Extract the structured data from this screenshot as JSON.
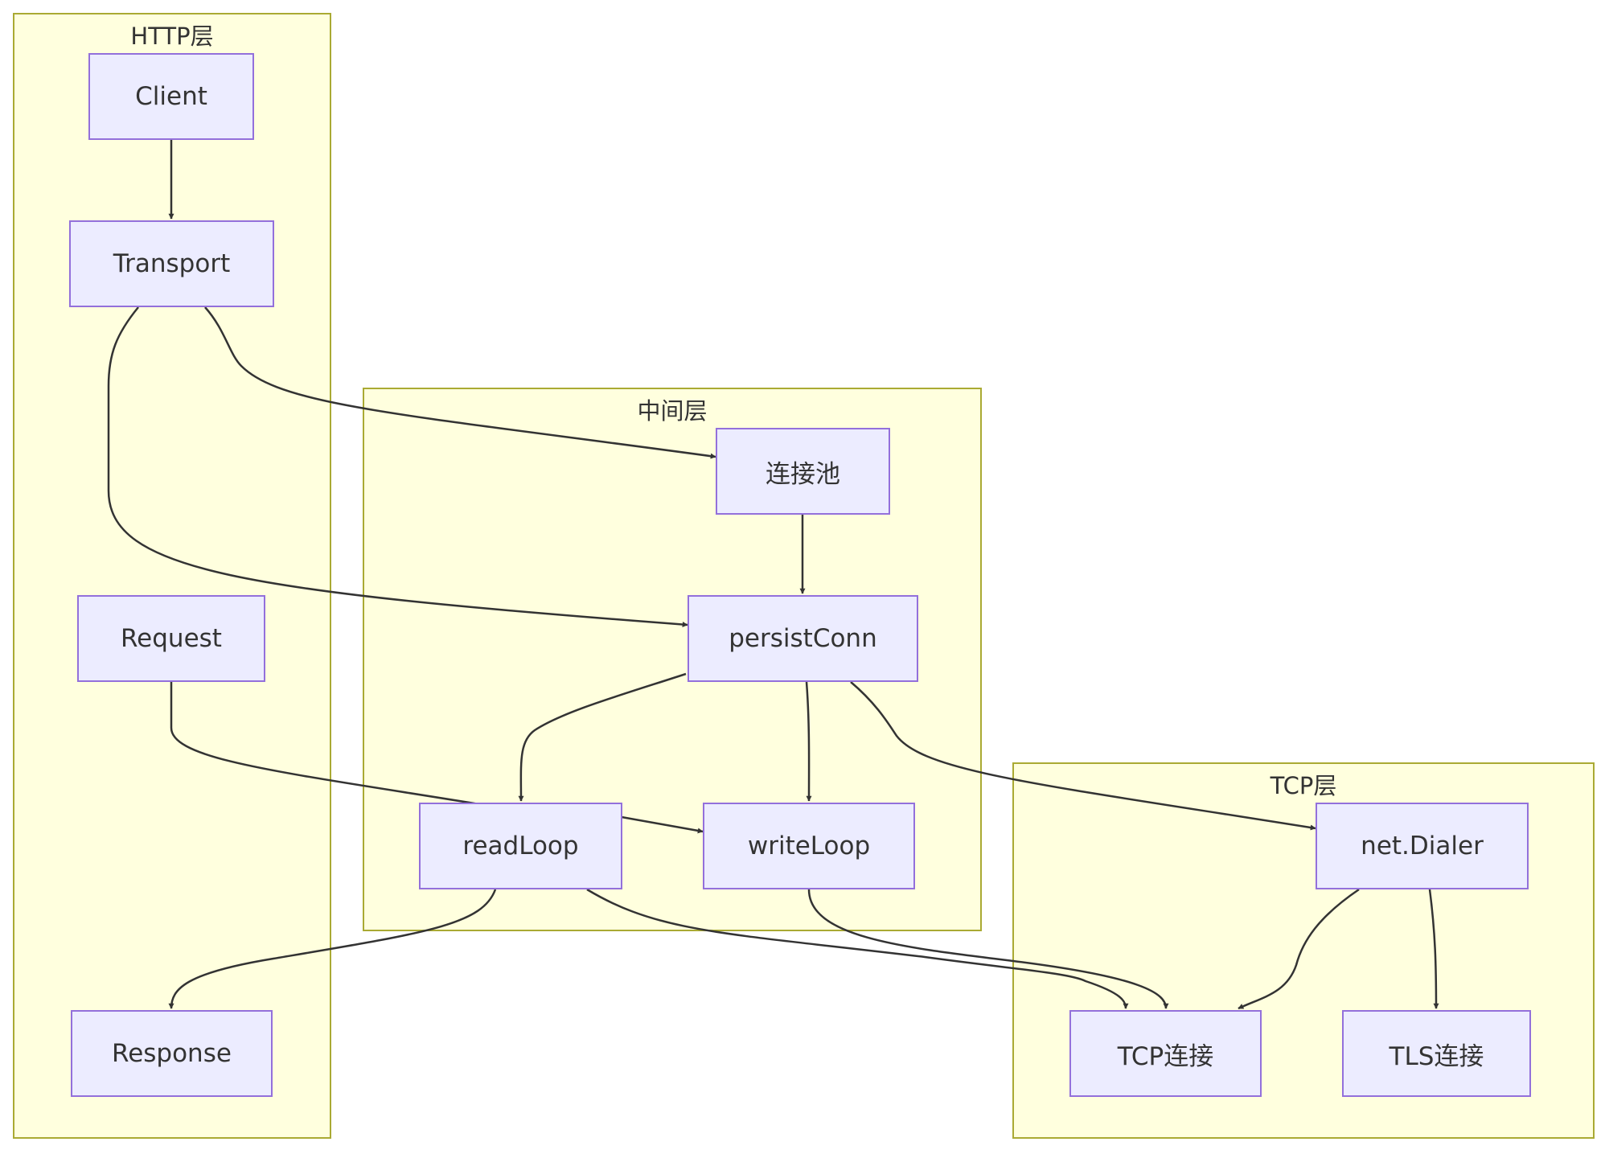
{
  "clusters": {
    "http": "HTTP层",
    "middle": "中间层",
    "tcp": "TCP层"
  },
  "nodes": {
    "client": "Client",
    "transport": "Transport",
    "request": "Request",
    "response": "Response",
    "pool": "连接池",
    "persistconn": "persistConn",
    "readloop": "readLoop",
    "writeloop": "writeLoop",
    "dialer": "net.Dialer",
    "tcpconn": "TCP连接",
    "tlsconn": "TLS连接"
  },
  "colors": {
    "cluster_fill": "#ffffde",
    "cluster_border": "#aaaa33",
    "node_fill": "#ececff",
    "node_border": "#9370db",
    "edge": "#333333"
  },
  "edges": [
    {
      "from": "Client",
      "to": "Transport"
    },
    {
      "from": "Transport",
      "to": "连接池"
    },
    {
      "from": "Transport",
      "to": "persistConn"
    },
    {
      "from": "连接池",
      "to": "persistConn"
    },
    {
      "from": "persistConn",
      "to": "readLoop"
    },
    {
      "from": "persistConn",
      "to": "writeLoop"
    },
    {
      "from": "persistConn",
      "to": "net.Dialer"
    },
    {
      "from": "Request",
      "to": "writeLoop"
    },
    {
      "from": "readLoop",
      "to": "Response"
    },
    {
      "from": "readLoop",
      "to": "TCP连接"
    },
    {
      "from": "writeLoop",
      "to": "TCP连接"
    },
    {
      "from": "net.Dialer",
      "to": "TCP连接"
    },
    {
      "from": "net.Dialer",
      "to": "TLS连接"
    }
  ]
}
